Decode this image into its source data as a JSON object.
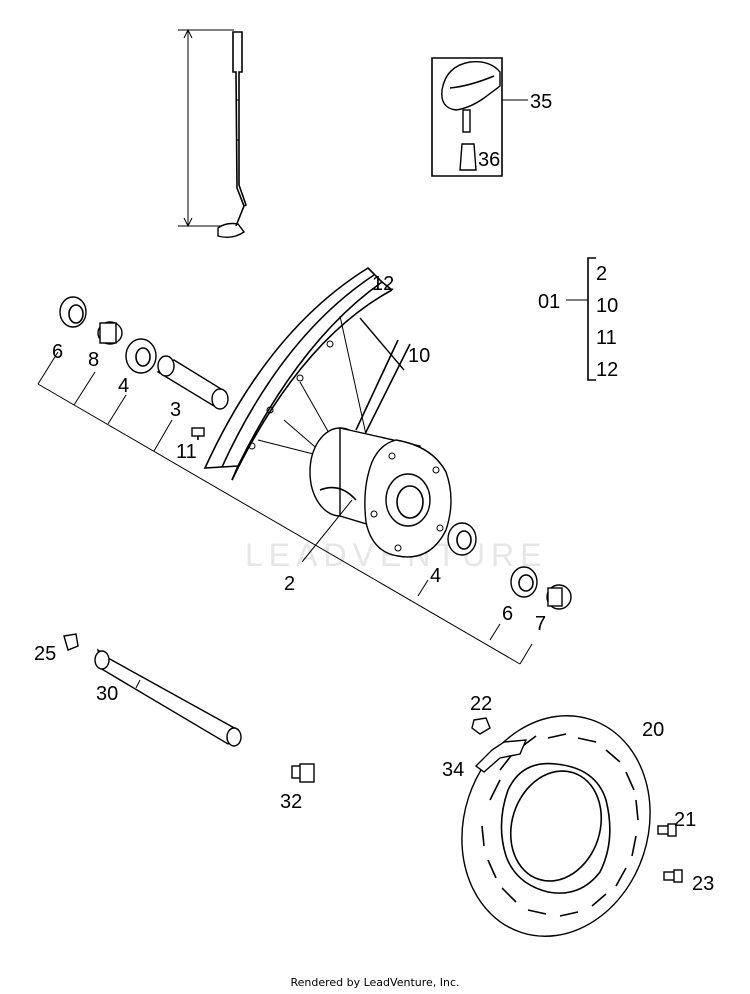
{
  "watermark": "LEADVENTURE",
  "footer": "Rendered by LeadVenture, Inc.",
  "callouts": {
    "c6a": "6",
    "c8": "8",
    "c4a": "4",
    "c3": "3",
    "c11": "11",
    "c12": "12",
    "c10": "10",
    "c2": "2",
    "c4b": "4",
    "c6b": "6",
    "c7": "7",
    "c35": "35",
    "c36": "36",
    "c25": "25",
    "c30": "30",
    "c32": "32",
    "c22": "22",
    "c20": "20",
    "c34": "34",
    "c21": "21",
    "c23": "23"
  },
  "kit": {
    "label": "01",
    "items": [
      "2",
      "10",
      "11",
      "12"
    ]
  }
}
